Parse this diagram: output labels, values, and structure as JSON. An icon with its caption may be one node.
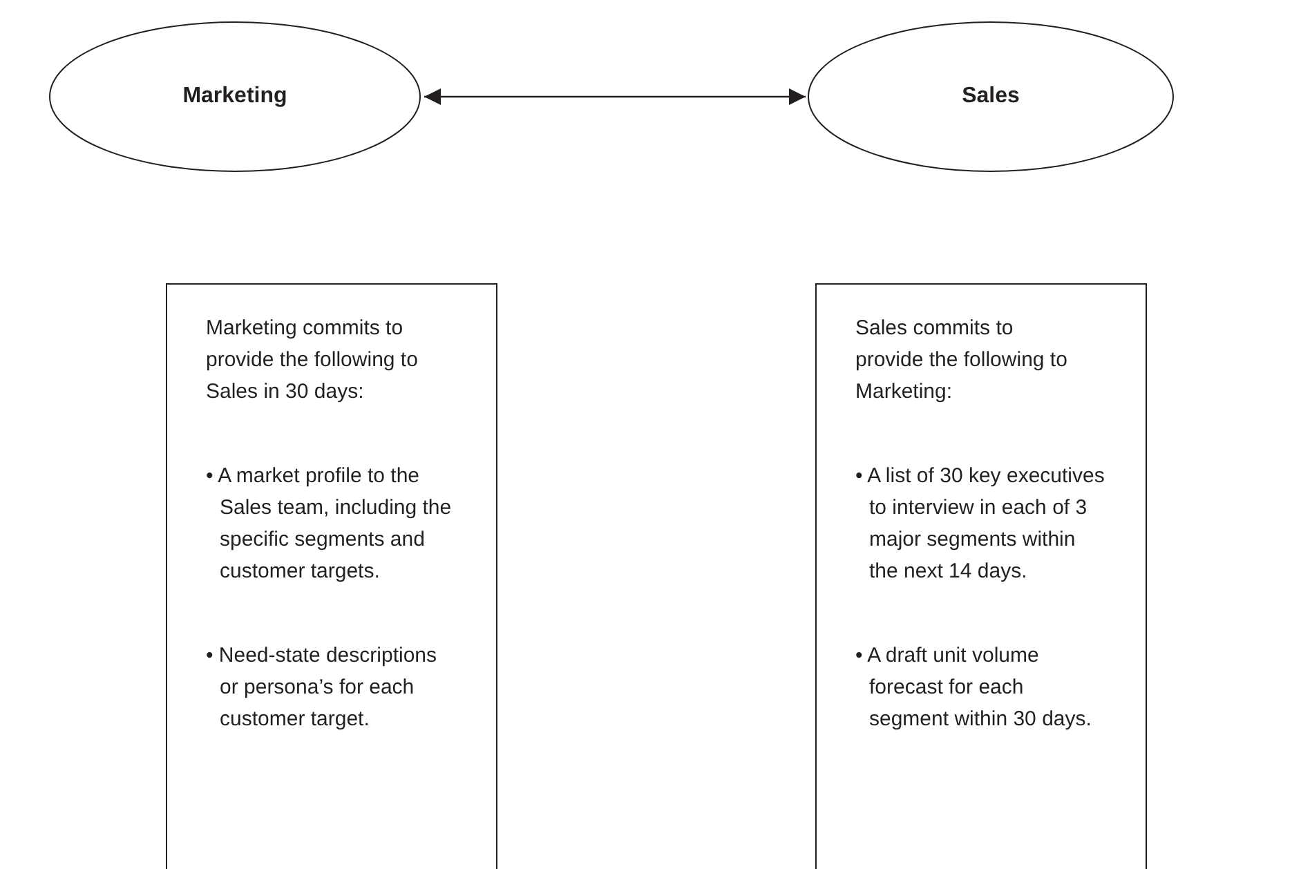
{
  "diagram": {
    "nodes": [
      {
        "text": [
          "Marketing"
        ]
      },
      {
        "text": [
          "Sales"
        ]
      },
      {
        "text": [
          "Marketing commits to provide the following to Sales in 30 days:",
          "• A market profile to the Sales team, including the specific segments and customer targets.",
          "• Need-state descriptions or persona’s for each customer target."
        ]
      },
      {
        "text": [
          "Sales commits to provide the following to Marketing:",
          "• A list of 30 key executives to interview in each of 3 major segments within the next 14 days.",
          "• A draft unit volume forecast for each segment within 30 days."
        ]
      }
    ],
    "edges": [
      {
        "from": 0,
        "to": 1,
        "arrow": "both"
      }
    ]
  }
}
